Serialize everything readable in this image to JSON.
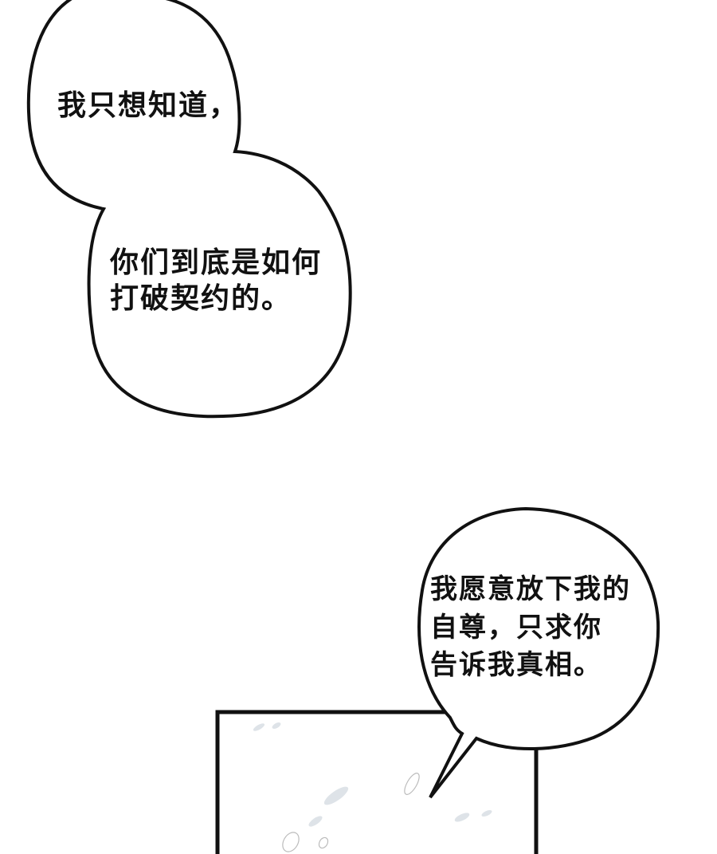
{
  "bubbles": [
    {
      "id": "bubble-1",
      "lines": [
        "我只想知道，"
      ]
    },
    {
      "id": "bubble-2",
      "lines": [
        "你们到底是如何",
        "打破契约的。"
      ]
    },
    {
      "id": "bubble-3",
      "lines": [
        "我愿意放下我的",
        "自尊，只求你",
        "告诉我真相。"
      ]
    }
  ],
  "colors": {
    "background": "#ffffff",
    "outline": "#111111",
    "snow": "#d6dde3"
  }
}
